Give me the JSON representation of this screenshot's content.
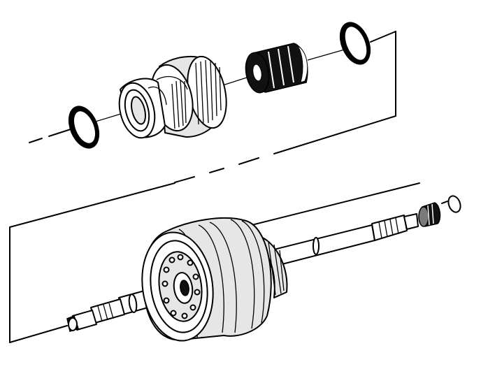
{
  "figure": {
    "background": "#ffffff",
    "line_color": "#000000",
    "shading_color": "#e6e6e6"
  },
  "components": [
    {
      "id": "snap-ring-left",
      "icon": "snap-ring-icon"
    },
    {
      "id": "sprag-clutch-race",
      "icon": "gear-hub-icon"
    },
    {
      "id": "roller-bearing",
      "icon": "bearing-icon"
    },
    {
      "id": "snap-ring-right",
      "icon": "snap-ring-icon"
    },
    {
      "id": "clutch-drum-assembly",
      "icon": "drum-icon"
    },
    {
      "id": "output-shaft",
      "icon": "shaft-icon"
    },
    {
      "id": "needle-bearing",
      "icon": "bearing-icon"
    },
    {
      "id": "retaining-clip",
      "icon": "clip-icon"
    }
  ]
}
